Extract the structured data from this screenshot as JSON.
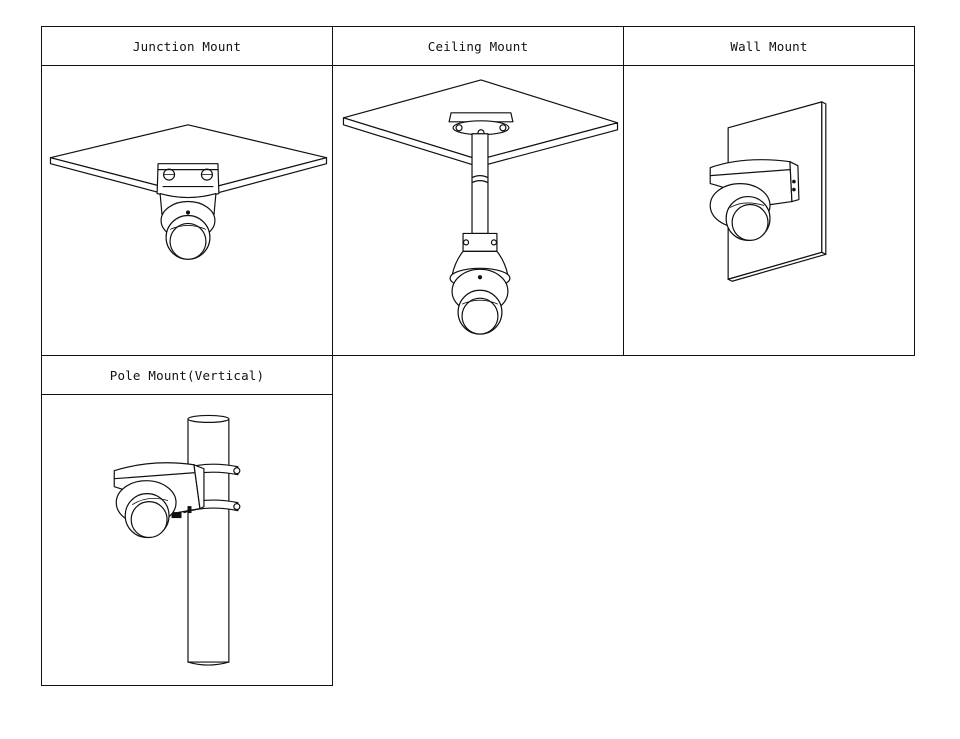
{
  "cells": [
    {
      "id": "junction",
      "title": "Junction Mount"
    },
    {
      "id": "ceiling",
      "title": "Ceiling Mount"
    },
    {
      "id": "wall",
      "title": "Wall Mount"
    },
    {
      "id": "pole",
      "title": "Pole Mount(Vertical)"
    }
  ]
}
